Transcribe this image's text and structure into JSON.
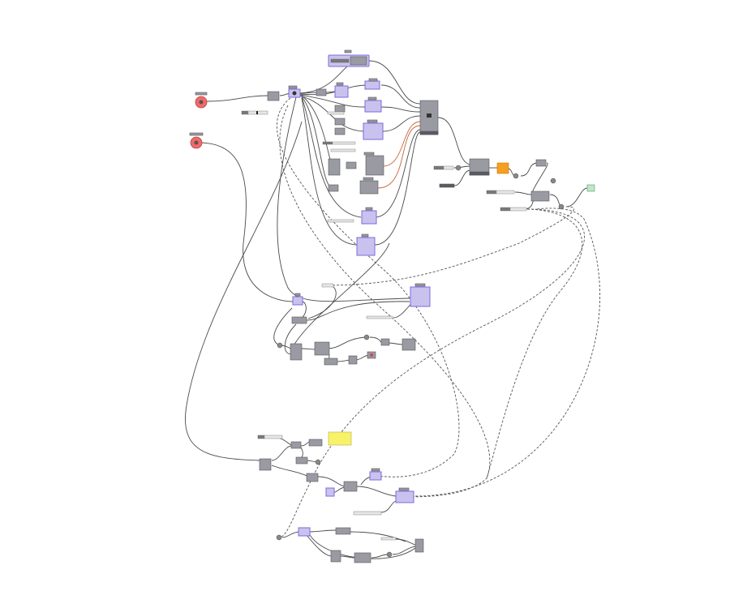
{
  "canvas": {
    "background": "#ffffff",
    "wire_color": "#4a4a4a",
    "selected_fill": "#c9c2ef",
    "component_fill": "#9a9aa2"
  },
  "components": [
    {
      "id": "n1",
      "type": "bullet",
      "icon": "gear-icon",
      "color": "#f06a6a"
    },
    {
      "id": "n2",
      "type": "bullet",
      "icon": "gear-icon",
      "color": "#f06a6a"
    },
    {
      "id": "n3",
      "type": "group-selected",
      "color": "#c9c2ef"
    },
    {
      "id": "n4",
      "type": "merge-hub",
      "color": "#9a9aa2"
    },
    {
      "id": "n5",
      "type": "orange-component",
      "color": "#f5a020"
    },
    {
      "id": "n6",
      "type": "panel",
      "color": "#f7f26a"
    },
    {
      "id": "n7",
      "type": "preview",
      "color": "#bfe7c8"
    }
  ]
}
